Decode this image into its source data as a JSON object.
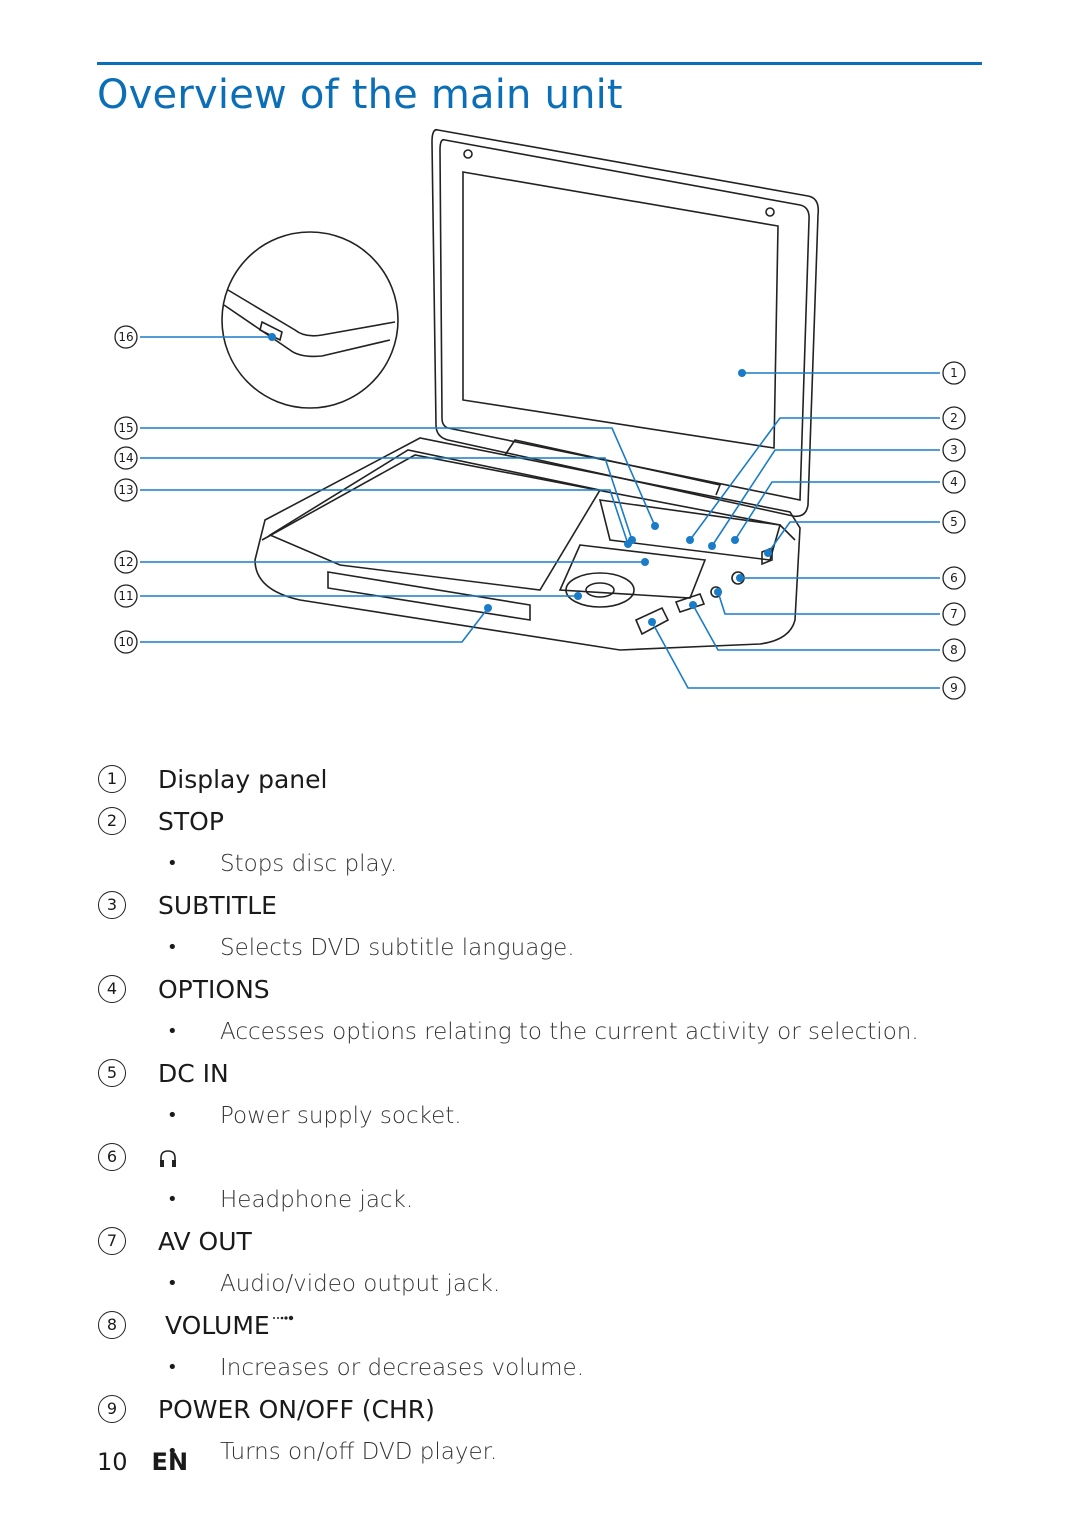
{
  "page": {
    "title": "Overview of the main unit"
  },
  "callouts": [
    "1",
    "2",
    "3",
    "4",
    "5",
    "6",
    "7",
    "8",
    "9",
    "10",
    "11",
    "12",
    "13",
    "14",
    "15",
    "16"
  ],
  "items": [
    {
      "num": "1",
      "label": "Display panel",
      "desc": ""
    },
    {
      "num": "2",
      "label": "STOP",
      "desc": "Stops disc play."
    },
    {
      "num": "3",
      "label": "SUBTITLE",
      "desc": "Selects DVD subtitle language."
    },
    {
      "num": "4",
      "label": "OPTIONS",
      "desc": "Accesses options relating to the current activity or selection."
    },
    {
      "num": "5",
      "label": "DC IN",
      "desc": "Power supply socket."
    },
    {
      "num": "6",
      "label": "",
      "desc": "Headphone jack."
    },
    {
      "num": "7",
      "label": "AV OUT",
      "desc": "Audio/video output jack."
    },
    {
      "num": "8",
      "label": "VOLUME",
      "desc": "Increases or decreases volume."
    },
    {
      "num": "9",
      "label": "POWER ON/OFF (CHR)",
      "desc": "Turns on/off DVD player."
    }
  ],
  "footer": {
    "page_number": "10",
    "language": "EN"
  },
  "colors": {
    "accent": "#0b6fb8",
    "text": "#1a1a1a"
  },
  "icons": {
    "item6": "headphone-icon",
    "item8": "volume-icon"
  }
}
